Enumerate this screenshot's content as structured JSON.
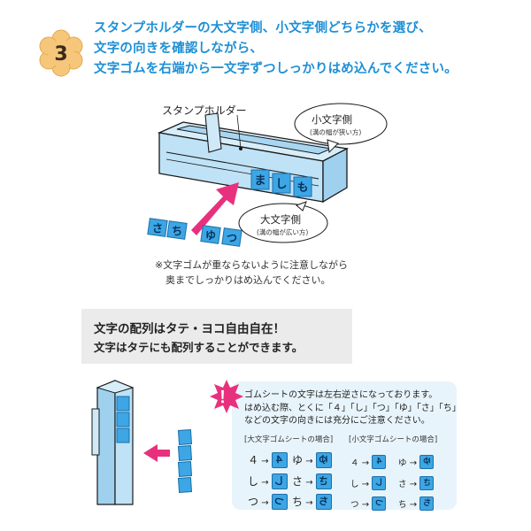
{
  "step": {
    "number": "3",
    "lines": [
      "スタンプホルダーの大文字側、小文字側どちらかを選び、",
      "文字の向きを確認しながら、",
      "文字ゴムを右端から一文字ずつしっかりはめ込んでください。"
    ]
  },
  "diagram": {
    "holder_label": "スタンプホルダー",
    "small_side_title": "小文字側",
    "small_side_sub": "(溝の幅が狭い方)",
    "large_side_title": "大文字側",
    "large_side_sub": "(溝の幅が広い方)",
    "rubber_row": [
      "さ",
      "ち",
      "ゆ",
      "つ"
    ],
    "inserted": [
      "ま",
      "し",
      "も"
    ],
    "note_lines": [
      "※文字ゴムが重ならないように注意しながら",
      "奥までしっかりはめ込んでください。"
    ]
  },
  "layout_tip": {
    "title": "文字の配列はタテ・ヨコ自由自在！",
    "body": "文字はタテにも配列することができます。"
  },
  "warning": {
    "icon_mark": "！",
    "lines": [
      "ゴムシートの文字は左右逆さになっております。",
      "はめ込む際、とくに「４」「し」「つ」「ゆ」「さ」「ち」",
      "などの文字の向きには充分にご注意ください。"
    ],
    "large_header": "[大文字ゴムシートの場合]",
    "small_header": "[小文字ゴムシートの場合]",
    "large_pairs": [
      {
        "char": "４",
        "mirror": "４"
      },
      {
        "char": "ゆ",
        "mirror": "ゆ"
      },
      {
        "char": "し",
        "mirror": "し"
      },
      {
        "char": "さ",
        "mirror": "さ"
      },
      {
        "char": "つ",
        "mirror": "つ"
      },
      {
        "char": "ち",
        "mirror": "ち"
      }
    ],
    "small_pairs": [
      {
        "char": "４",
        "mirror": "４"
      },
      {
        "char": "ゆ",
        "mirror": "ゆ"
      },
      {
        "char": "し",
        "mirror": "し"
      },
      {
        "char": "さ",
        "mirror": "さ"
      },
      {
        "char": "つ",
        "mirror": "つ"
      },
      {
        "char": "ち",
        "mirror": "ち"
      }
    ],
    "arrow": "→"
  },
  "colors": {
    "accent_blue": "#1d8fd6",
    "chip_blue": "#3da6e4",
    "holder_blue": "#bfe2f6",
    "pink_arrow": "#e8317e",
    "badge_orange": "#f6c77a",
    "warn_pink": "#e8317e"
  }
}
